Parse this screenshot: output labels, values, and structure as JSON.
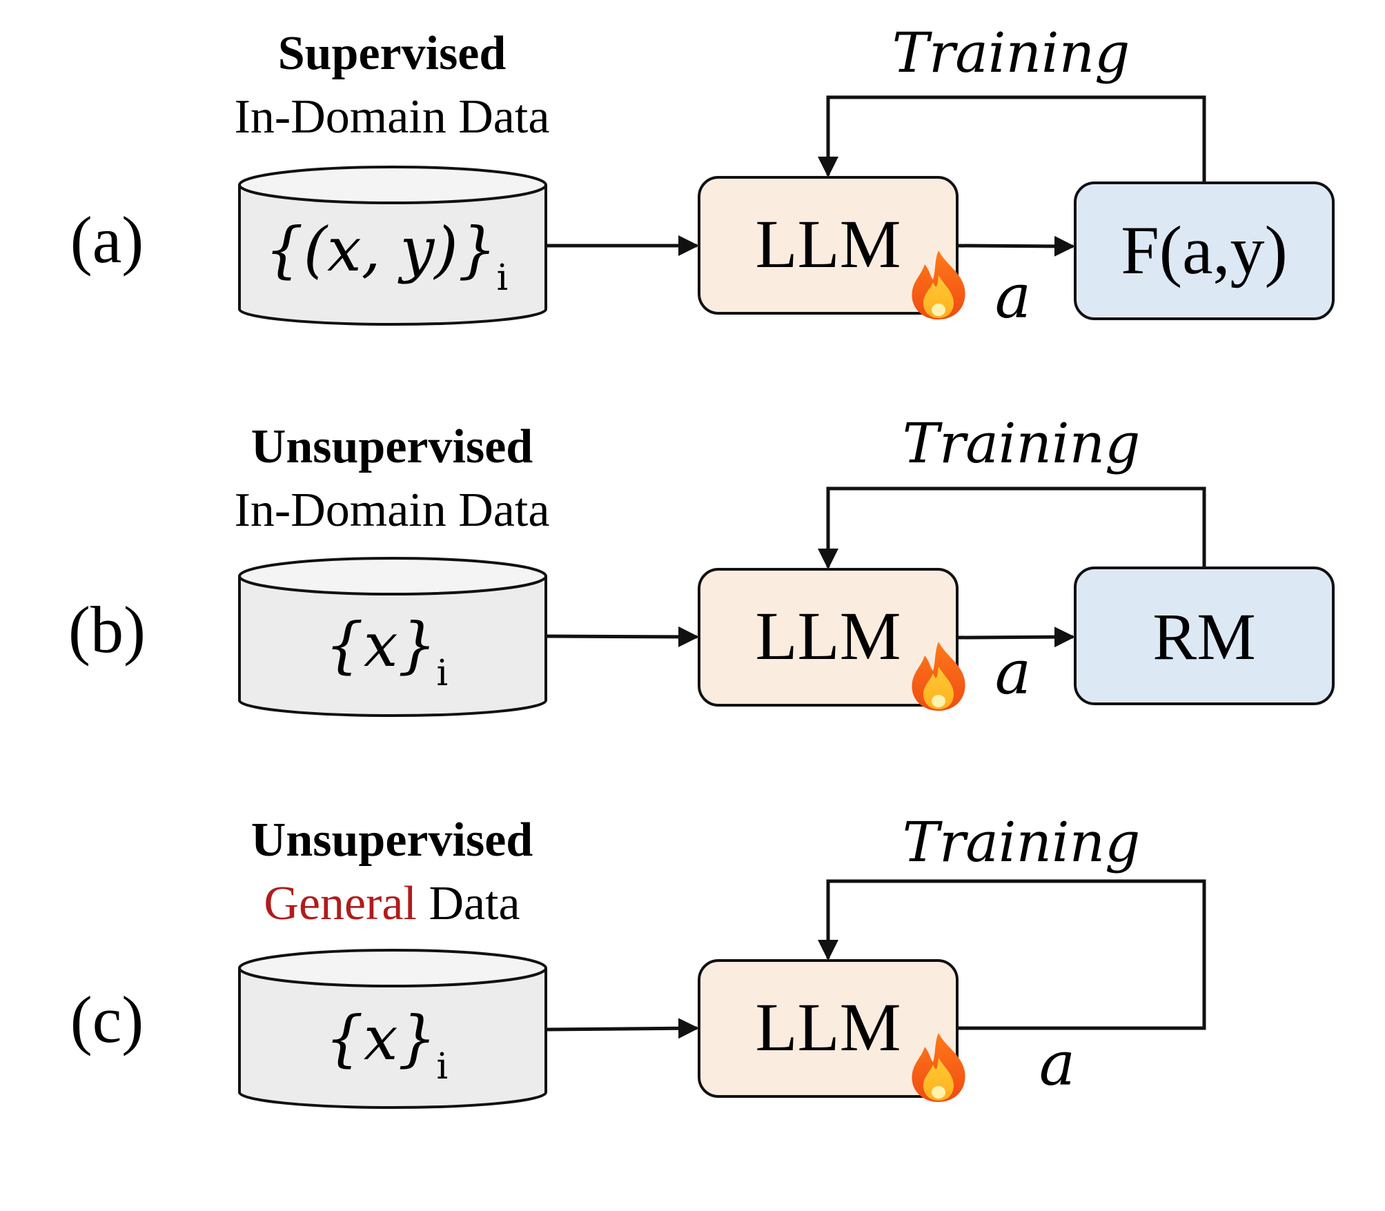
{
  "colors": {
    "llm_fill": "#fbece0",
    "evaluator_fill": "#dde8f5",
    "database_fill": "#ececec",
    "highlight_text": "#b01c1c",
    "stroke": "#111111"
  },
  "icons": {
    "llm_badge": "fire-icon"
  },
  "panels": [
    {
      "label": "(a)",
      "data_title": "Supervised",
      "data_subtitle": "In-Domain Data",
      "data_subtitle_highlight": "",
      "data_subtitle_rest": "",
      "dataset": "{(x, y)}",
      "dataset_subscript": "i",
      "model": "LLM",
      "output": "a",
      "loop_label": "Training",
      "evaluator": "F(a,y)"
    },
    {
      "label": "(b)",
      "data_title": "Unsupervised",
      "data_subtitle": "In-Domain Data",
      "data_subtitle_highlight": "",
      "data_subtitle_rest": "",
      "dataset": "{x}",
      "dataset_subscript": "i",
      "model": "LLM",
      "output": "a",
      "loop_label": "Training",
      "evaluator": "RM"
    },
    {
      "label": "(c)",
      "data_title": "Unsupervised",
      "data_subtitle": "",
      "data_subtitle_highlight": "General",
      "data_subtitle_rest": " Data",
      "dataset": "{x}",
      "dataset_subscript": "i",
      "model": "LLM",
      "output": "a",
      "loop_label": "Training",
      "evaluator": ""
    }
  ]
}
